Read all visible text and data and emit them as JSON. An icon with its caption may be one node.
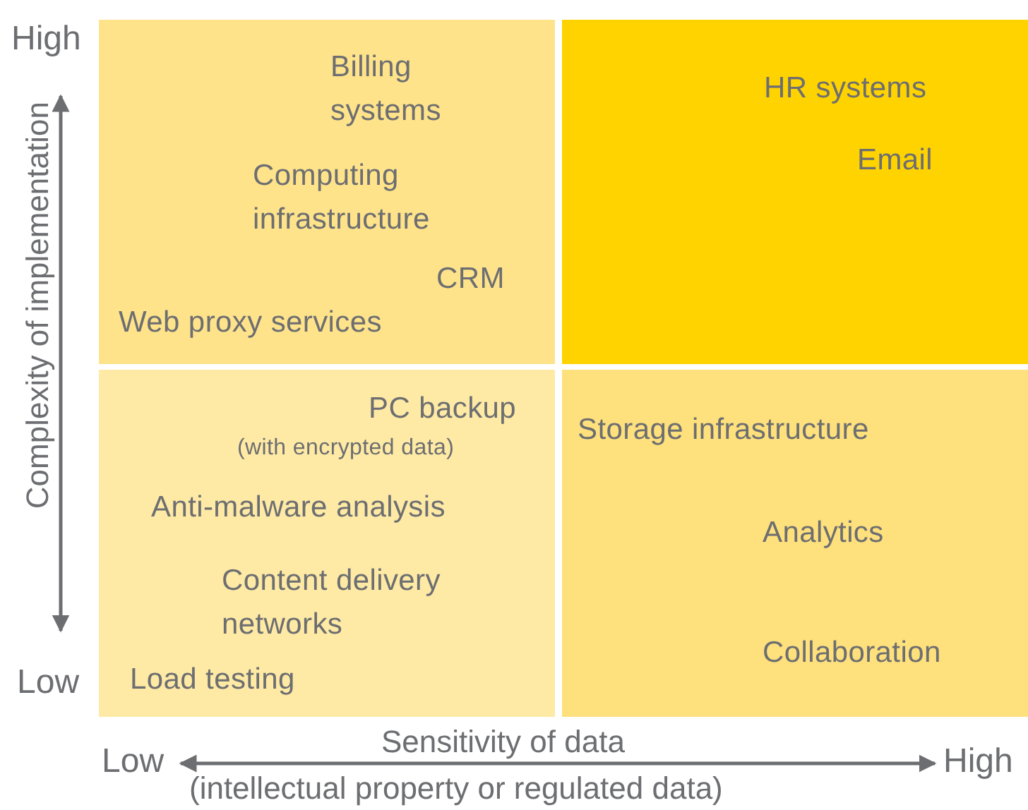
{
  "diagram": {
    "nodes": [
      {
        "text": [
          "Billing systems",
          "Computing infrastructure",
          "CRM",
          "Web proxy services"
        ]
      },
      {
        "text": [
          "HR systems",
          "Email"
        ]
      },
      {
        "text": [
          "PC backup",
          "(with encrypted data)",
          "Anti-malware analysis",
          "Content delivery networks",
          "Load testing"
        ]
      },
      {
        "text": [
          "Storage infrastructure",
          "Analytics",
          "Collaboration"
        ]
      }
    ],
    "edges": [],
    "labels": [
      "High",
      "Complexity of implementation",
      "Low",
      "Sensitivity of data",
      "Low",
      "High",
      "(intellectual property or regulated data)"
    ]
  }
}
